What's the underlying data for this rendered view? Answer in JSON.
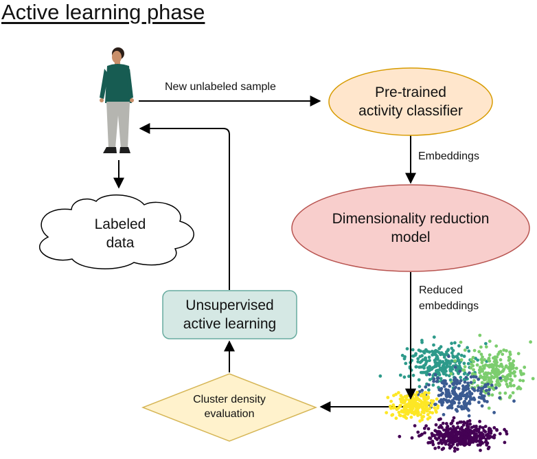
{
  "title": "Active learning phase",
  "edges": {
    "new_sample": "New unlabeled sample",
    "embeddings": "Embeddings",
    "reduced_line1": "Reduced",
    "reduced_line2": "embeddings"
  },
  "nodes": {
    "classifier": {
      "line1": "Pre-trained",
      "line2": "activity classifier",
      "fill": "#ffe6cc",
      "stroke": "#d79b00"
    },
    "dim_reduction": {
      "line1": "Dimensionality reduction",
      "line2": "model",
      "fill": "#f8cecc",
      "stroke": "#b85450"
    },
    "labeled_data": {
      "line1": "Labeled",
      "line2": "data"
    },
    "unsupervised": {
      "line1": "Unsupervised",
      "line2": "active learning",
      "fill": "#d5e8e4",
      "stroke": "#67ab9f"
    },
    "cluster_density": {
      "line1": "Cluster density",
      "line2": "evaluation",
      "fill": "#fff2cc",
      "stroke": "#d6b656"
    }
  },
  "clusters": [
    {
      "color": "#2d9a8a",
      "count": 240
    },
    {
      "color": "#7ccd6e",
      "count": 230
    },
    {
      "color": "#3b5b92",
      "count": 220
    },
    {
      "color": "#fde725",
      "count": 220
    },
    {
      "color": "#440154",
      "count": 380
    }
  ]
}
